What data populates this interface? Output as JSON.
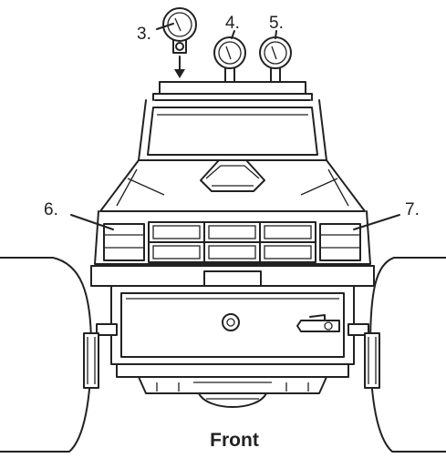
{
  "diagram": {
    "callouts": [
      {
        "id": "light-3",
        "label": "3."
      },
      {
        "id": "light-4",
        "label": "4."
      },
      {
        "id": "light-5",
        "label": "5."
      },
      {
        "id": "headlight-left-6",
        "label": "6."
      },
      {
        "id": "headlight-right-7",
        "label": "7."
      }
    ],
    "caption": "Front",
    "ink_color": "#222222",
    "paper_color": "#ffffff"
  }
}
